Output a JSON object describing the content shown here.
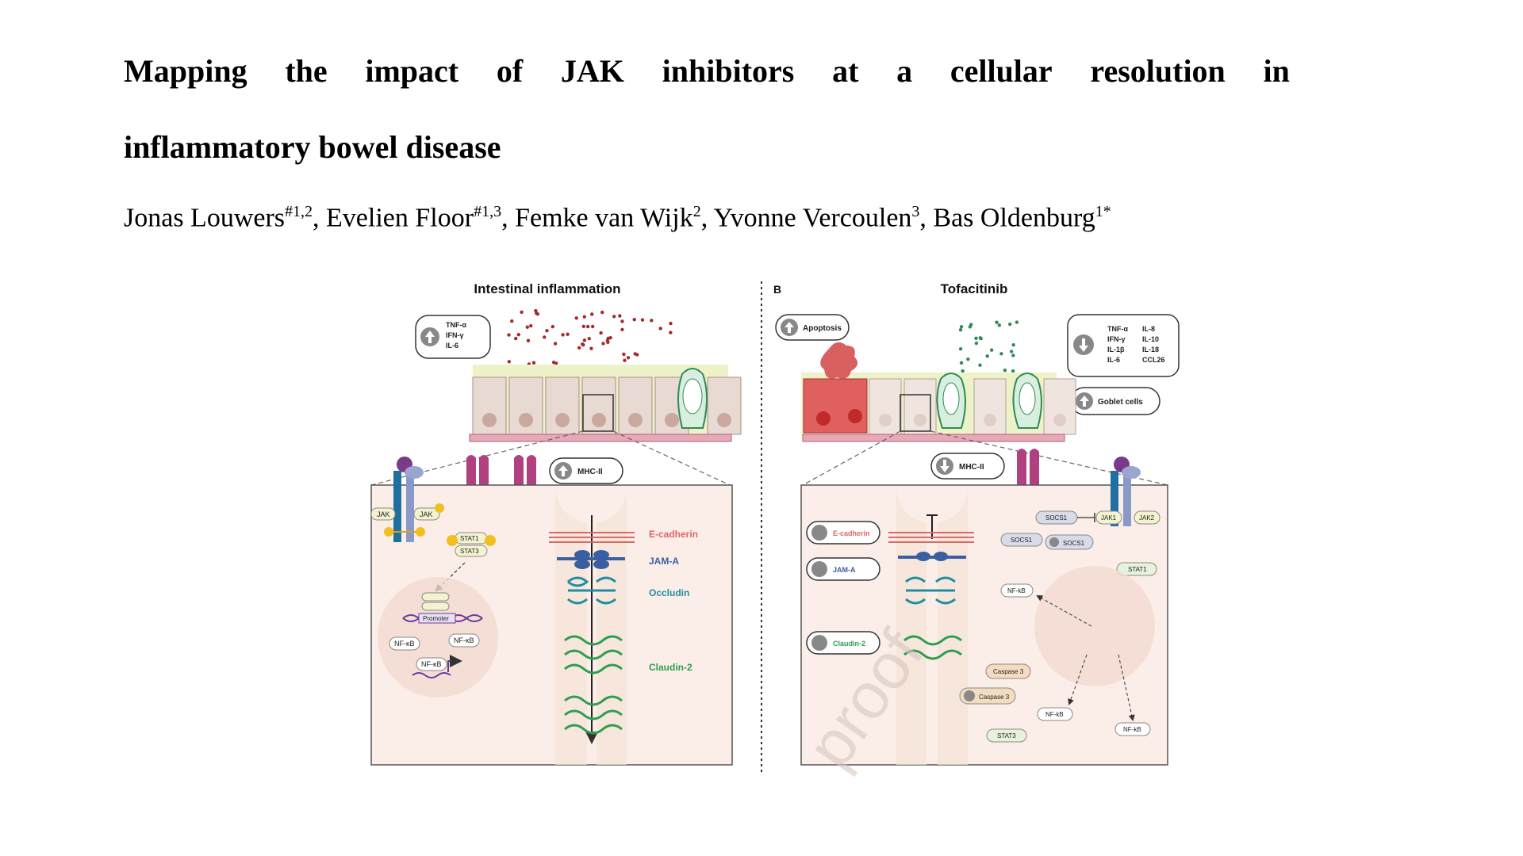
{
  "paper": {
    "title_words": [
      "Mapping",
      "the",
      "impact",
      "of",
      "JAK",
      "inhibitors",
      "at",
      "a",
      "cellular",
      "resolution",
      "in"
    ],
    "title_line2": "inflammatory bowel disease",
    "authors": [
      {
        "name": "Jonas Louwers",
        "sup": "#1,2",
        "sep": ", "
      },
      {
        "name": "Evelien Floor",
        "sup": "#1,3",
        "sep": ", "
      },
      {
        "name": "Femke van Wijk",
        "sup": "2",
        "sep": ", "
      },
      {
        "name": "Yvonne Vercoulen",
        "sup": "3",
        "sep": ", "
      },
      {
        "name": "Bas Oldenburg",
        "sup": "1*",
        "sep": ""
      }
    ]
  },
  "figure": {
    "panel_a": {
      "title": "Intestinal inflammation",
      "cytokines": [
        "TNF-α",
        "IFN-γ",
        "IL-6"
      ],
      "mhc": "MHC-II",
      "jak_left": "JAK",
      "jak_right": "JAK",
      "phospho": "P",
      "stat1": "STAT1",
      "stat3": "STAT3",
      "promoter": "Promoter",
      "nfkb": "NF-κB",
      "junctions": [
        "E-cadherin",
        "JAM-A",
        "Occludin",
        "Claudin-2"
      ]
    },
    "panel_b": {
      "label": "B",
      "title": "Tofacitinib",
      "apoptosis": "Apoptosis",
      "cytokines_col1": [
        "TNF-α",
        "IFN-γ",
        "IL-1β",
        "IL-6"
      ],
      "cytokines_col2": [
        "IL-8",
        "IL-10",
        "IL-18",
        "CCL26"
      ],
      "goblet": "Goblet cells",
      "mhc": "MHC-II",
      "socs1": "SOCS1",
      "jak1": "JAK1",
      "jak2": "JAK2",
      "stat1": "STAT1",
      "stat3": "STAT3",
      "nfkb": "NF-kB",
      "nfkb_alt": "NF-kB",
      "caspase": "Caspase 3",
      "ecad": "E-cadherin",
      "jama": "JAM-A",
      "claudin": "Claudin-2"
    },
    "watermark": "proof",
    "colors": {
      "inflammation": "#a52a2a",
      "treatment": "#2e8b57",
      "ecad": "#e06666",
      "jama": "#3a5fa0",
      "occludin": "#1f8ea0",
      "claudin": "#2e9e4e",
      "mhc": "#b0407f"
    }
  }
}
